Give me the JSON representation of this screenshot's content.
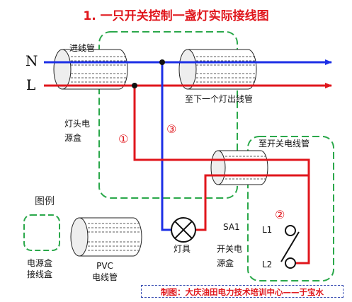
{
  "title": "1. 一只开关控制一盏灯实际接线图",
  "lines": {
    "n": "N",
    "l": "L"
  },
  "labels": {
    "inlet_pipe": "进线管",
    "next_lamp_pipe": "至下一个灯出线管",
    "lamp_box": "灯头电\n源盒",
    "switch_pipe": "至开关电线管",
    "lamp": "灯具",
    "switch_id": "SA1",
    "switch_box": "开关电\n源盒",
    "l1": "L1",
    "l2": "L2"
  },
  "markers": {
    "m1": "①",
    "m2": "②",
    "m3": "③"
  },
  "legend": {
    "title": "图例",
    "box_label": "电源盒\n接线盒",
    "pipe_label": "PVC\n电线管"
  },
  "credit": "制图：大庆油田电力技术培训中心——于宝水",
  "colors": {
    "neutral": "#1c2fe6",
    "live": "#e0161c",
    "box_outline": "#2aa84a",
    "text": "#111111"
  }
}
